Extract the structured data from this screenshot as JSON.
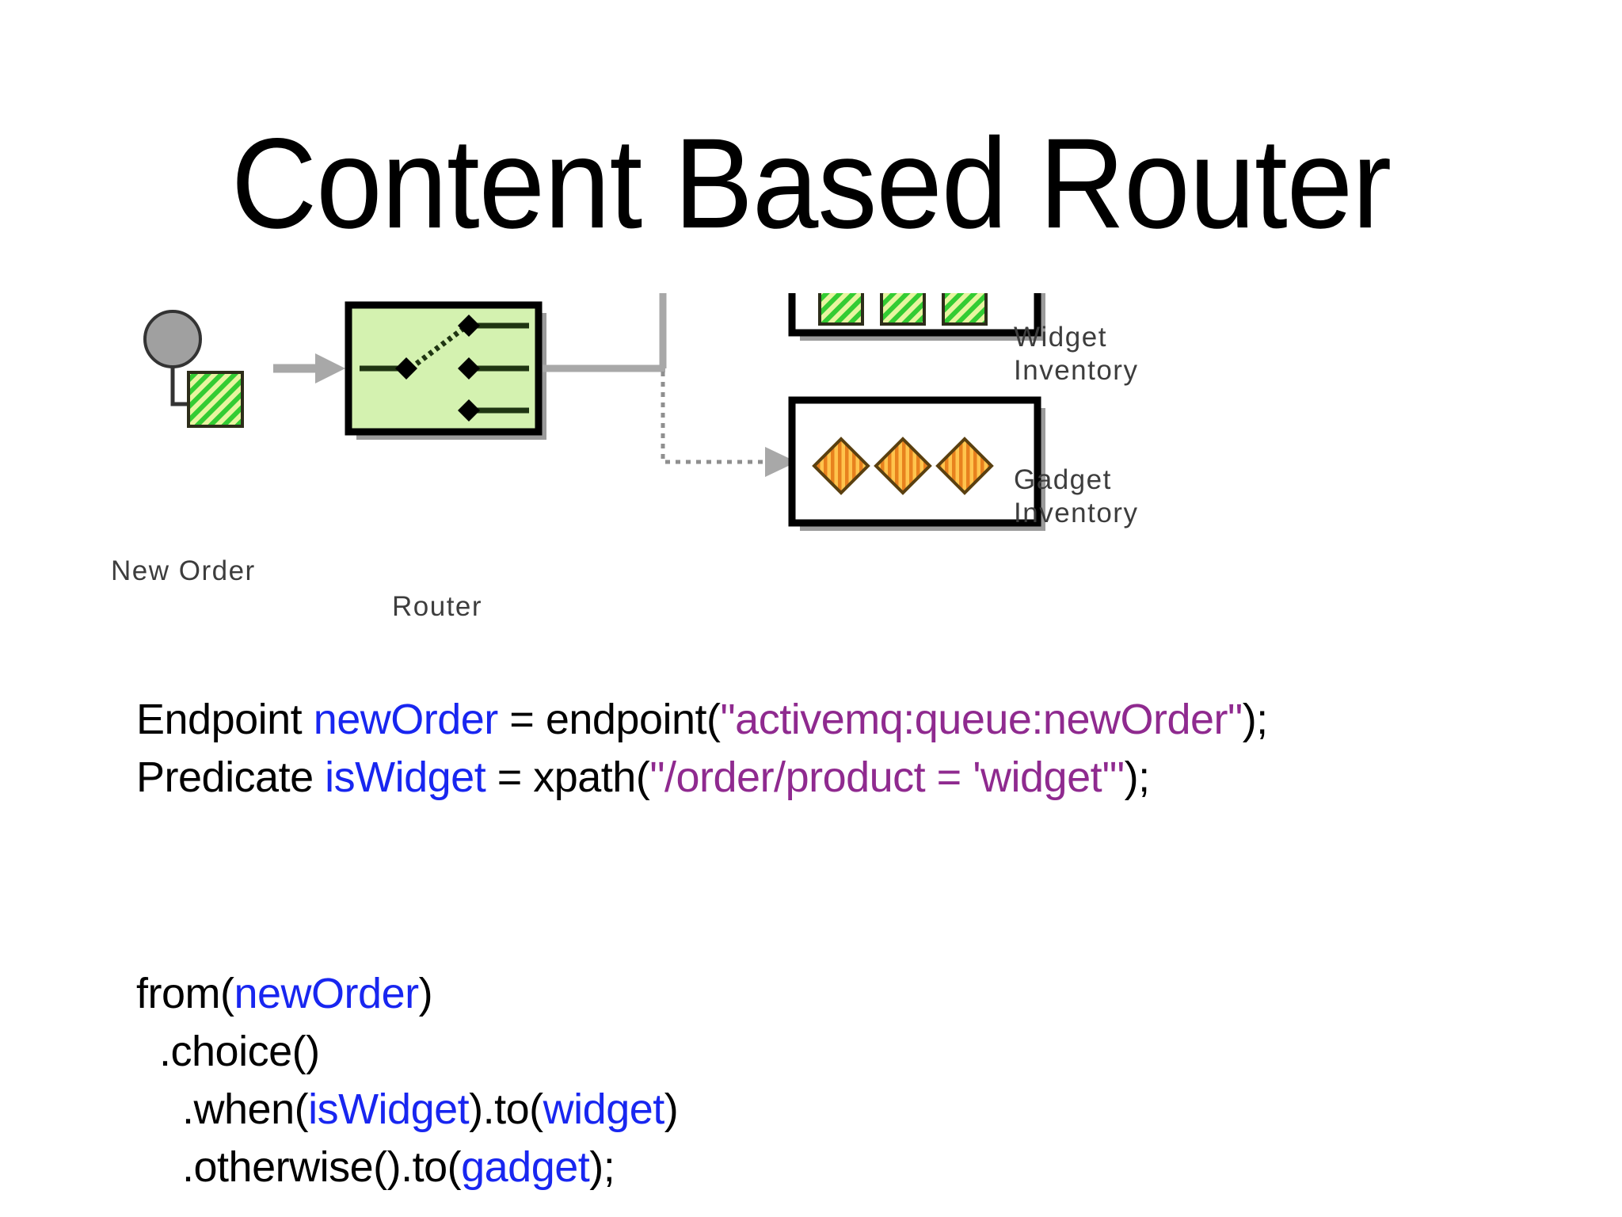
{
  "slide": {
    "title": "Content Based Router"
  },
  "diagram": {
    "labels": {
      "new_order": "New Order",
      "router": "Router",
      "widget_inventory_line1": "Widget",
      "widget_inventory_line2": "Inventory",
      "gadget_inventory_line1": "Gadget",
      "gadget_inventory_line2": "Inventory"
    },
    "icons": {
      "source": "message-source-icon",
      "message": "green-hatched-message-icon",
      "router": "content-based-router-switch-icon",
      "widget_item": "green-hatched-square-icon",
      "gadget_item": "orange-striped-diamond-icon",
      "arrow": "arrow-right-icon"
    },
    "colors": {
      "router_fill": "#d4f2b0",
      "box_border": "#000000",
      "connector": "#a8a8a8",
      "shadow": "#9b9b9b",
      "message_green_stripe": "#33cc33",
      "message_green_back": "#e8f5a0",
      "gadget_orange_stripe": "#e8821e",
      "gadget_orange_back": "#ffc44d",
      "source_circle": "#a0a0a0",
      "label_text": "#3d3d3d"
    },
    "widget_item_count": 3,
    "gadget_item_count": 3,
    "widget_branch_style": "solid",
    "gadget_branch_style": "dotted"
  },
  "code": {
    "colors": {
      "identifier": "#1826f0",
      "string": "#8f2a8f",
      "plain": "#000000"
    },
    "declarations": [
      {
        "tokens": [
          {
            "t": "Endpoint ",
            "c": "plain"
          },
          {
            "t": "newOrder",
            "c": "ident"
          },
          {
            "t": " = endpoint(",
            "c": "plain"
          },
          {
            "t": "\"activemq:queue:newOrder\"",
            "c": "string"
          },
          {
            "t": ");",
            "c": "plain"
          }
        ]
      },
      {
        "tokens": [
          {
            "t": "Predicate ",
            "c": "plain"
          },
          {
            "t": "isWidget",
            "c": "ident"
          },
          {
            "t": " = xpath(",
            "c": "plain"
          },
          {
            "t": "\"/order/product = 'widget'\"",
            "c": "string"
          },
          {
            "t": ");",
            "c": "plain"
          }
        ]
      }
    ],
    "route": [
      {
        "tokens": [
          {
            "t": "from(",
            "c": "plain"
          },
          {
            "t": "newOrder",
            "c": "ident"
          },
          {
            "t": ")",
            "c": "plain"
          }
        ]
      },
      {
        "tokens": [
          {
            "t": "  .choice()",
            "c": "plain"
          }
        ]
      },
      {
        "tokens": [
          {
            "t": "    .when(",
            "c": "plain"
          },
          {
            "t": "isWidget",
            "c": "ident"
          },
          {
            "t": ").to(",
            "c": "plain"
          },
          {
            "t": "widget",
            "c": "ident"
          },
          {
            "t": ")",
            "c": "plain"
          }
        ]
      },
      {
        "tokens": [
          {
            "t": "    .otherwise().to(",
            "c": "plain"
          },
          {
            "t": "gadget",
            "c": "ident"
          },
          {
            "t": ");",
            "c": "plain"
          }
        ]
      }
    ]
  }
}
